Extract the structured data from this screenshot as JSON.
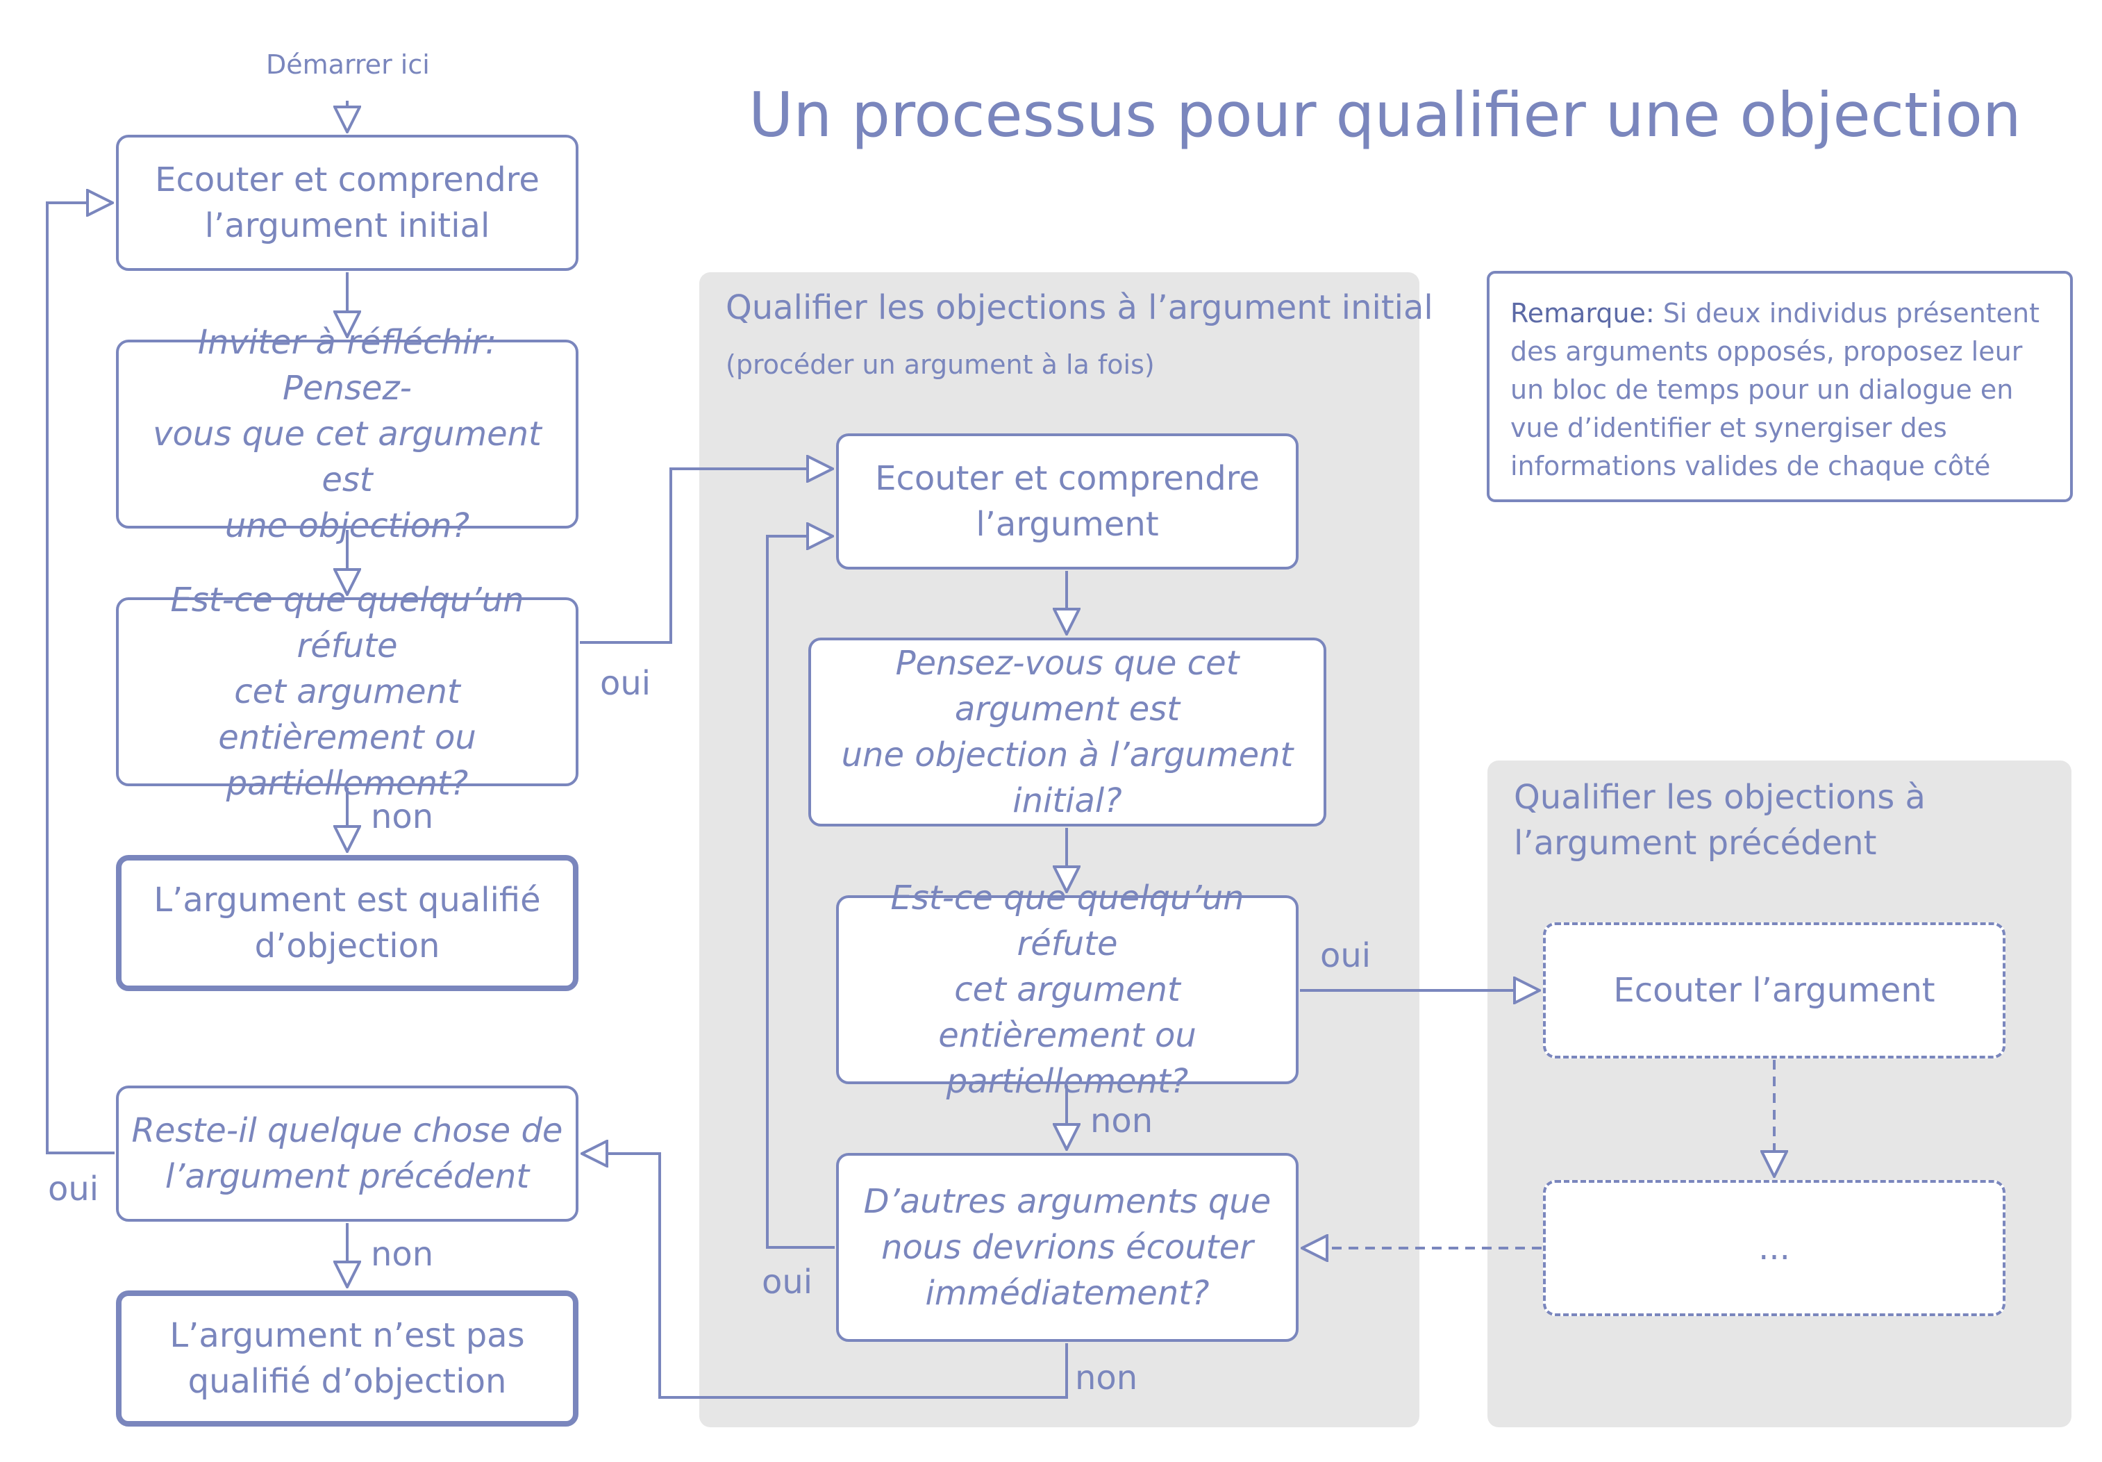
{
  "title": "Un processus pour qualifier une objection",
  "start_label": "Démarrer ici",
  "note": {
    "key": "Remarque:",
    "text": " Si deux individus présentent des arguments opposés, proposez leur un bloc de temps pour un dialogue en vue d’identifier et synergiser des informations valides de chaque côté"
  },
  "panel_initial": {
    "title": "Qualifier les objections à l’argument initial",
    "subtitle": "(procéder un argument à la fois)"
  },
  "panel_previous": {
    "title": "Qualifier les objections à\nl’argument précédent"
  },
  "nodes": {
    "listen_initial": "Ecouter et comprendre\nl’argument initial",
    "invite_reflect": "Inviter à réfléchir: Pensez-\nvous que cet argument est\nune objection?",
    "refute_1": "Est-ce que quelqu’un réfute\ncet argument entièrement ou\npartiellement?",
    "qualified": "L’argument est qualifié\nd’objection",
    "remaining": "Reste-il quelque chose de\nl’argument précédent",
    "not_qualified": "L’argument n’est pas\nqualifié d’objection",
    "listen_argument": "Ecouter et comprendre\nl’argument",
    "think_objection": "Pensez-vous que cet argument est\nune objection à l’argument initial?",
    "refute_2": "Est-ce que quelqu’un réfute\ncet argument entièrement ou\npartiellement?",
    "other_args": "D’autres arguments que\nnous devrions écouter\nimmédiatement?",
    "listen_simple": "Ecouter l’argument",
    "ellipsis": "..."
  },
  "edge_labels": {
    "yes_refute_1": "oui",
    "no_refute_1": "non",
    "yes_remaining": "oui",
    "no_remaining": "non",
    "yes_refute_2": "oui",
    "no_refute_2": "non",
    "yes_other_args": "oui",
    "no_other_args": "non"
  }
}
